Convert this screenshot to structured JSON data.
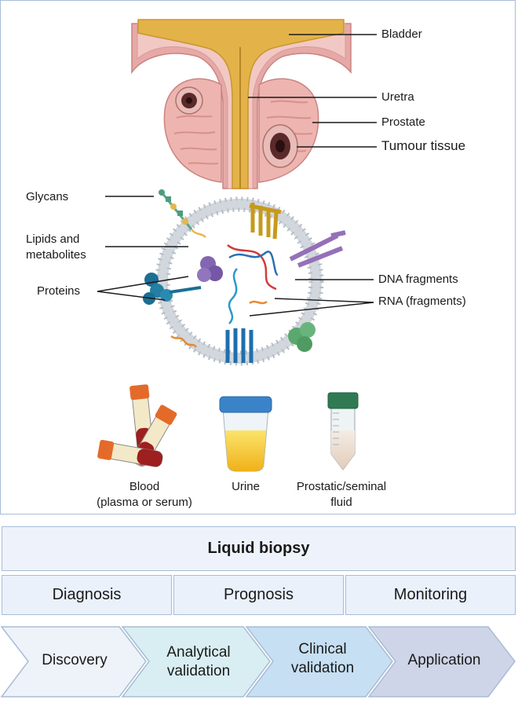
{
  "anatomy_labels": {
    "bladder": "Bladder",
    "uretra": "Uretra",
    "prostate": "Prostate",
    "tumour": "Tumour tissue"
  },
  "vesicle_labels": {
    "glycans": "Glycans",
    "lipids_line1": "Lipids and",
    "lipids_line2": "metabolites",
    "proteins": "Proteins",
    "dna": "DNA fragments",
    "rna": "RNA (fragments)"
  },
  "samples": {
    "blood_line1": "Blood",
    "blood_line2": "(plasma or serum)",
    "urine": "Urine",
    "fluid_line1": "Prostatic/seminal",
    "fluid_line2": "fluid"
  },
  "liquid_biopsy": {
    "title": "Liquid biopsy",
    "uses": [
      "Diagnosis",
      "Prognosis",
      "Monitoring"
    ]
  },
  "pipeline": {
    "steps": [
      {
        "line1": "Discovery",
        "line2": ""
      },
      {
        "line1": "Analytical",
        "line2": "validation"
      },
      {
        "line1": "Clinical",
        "line2": "validation"
      },
      {
        "line1": "Application",
        "line2": ""
      }
    ]
  },
  "colors": {
    "border": "#a9bcd6",
    "bladder_fill": "#e3b349",
    "tissue_pink": "#e6a9a7",
    "membrane_grey": "#b5bdc6",
    "step1": "#eef3fa",
    "step2": "#d9eef2",
    "step3": "#c6dff2",
    "step4": "#cfd5e8"
  }
}
